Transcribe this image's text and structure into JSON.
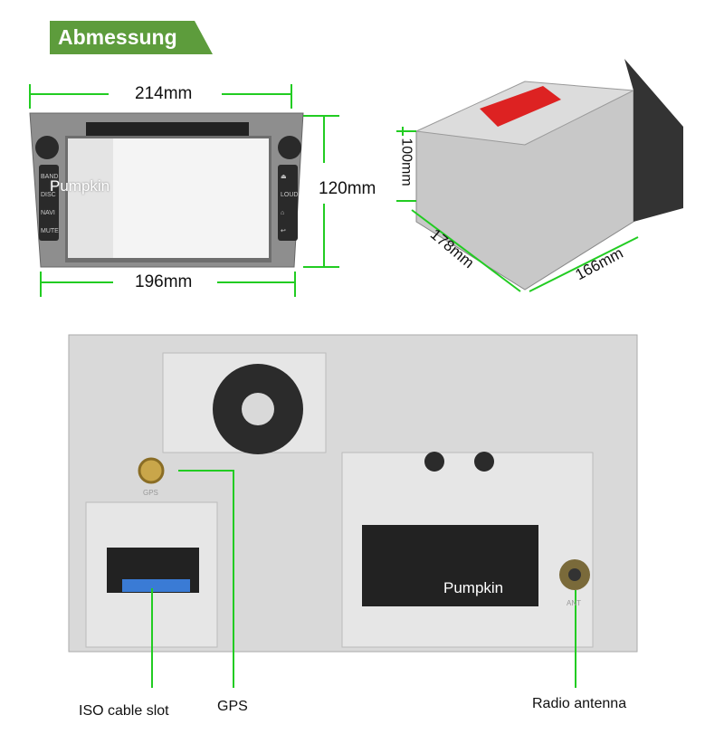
{
  "header": {
    "title": "Abmessung"
  },
  "dimensions": {
    "front_width": "214mm",
    "front_height": "120mm",
    "bezel_width": "196mm",
    "side_height": "100mm",
    "side_depth": "178mm",
    "side_width": "166mm"
  },
  "front_unit": {
    "brand": "Pumpkin",
    "left_buttons": [
      "BAND",
      "DISC",
      "NAVI",
      "MUTE"
    ],
    "right_buttons": [
      "⏏",
      "LOUD",
      "⌂",
      "↩"
    ]
  },
  "back_panel": {
    "brand": "Pumpkin",
    "gps_port": "GPS",
    "ant_port": "ANT"
  },
  "callouts": {
    "iso": "ISO cable slot",
    "gps": "GPS",
    "radio": "Radio antenna"
  },
  "colors": {
    "accent": "#5d9c3c",
    "dim_line": "#22cc22"
  }
}
